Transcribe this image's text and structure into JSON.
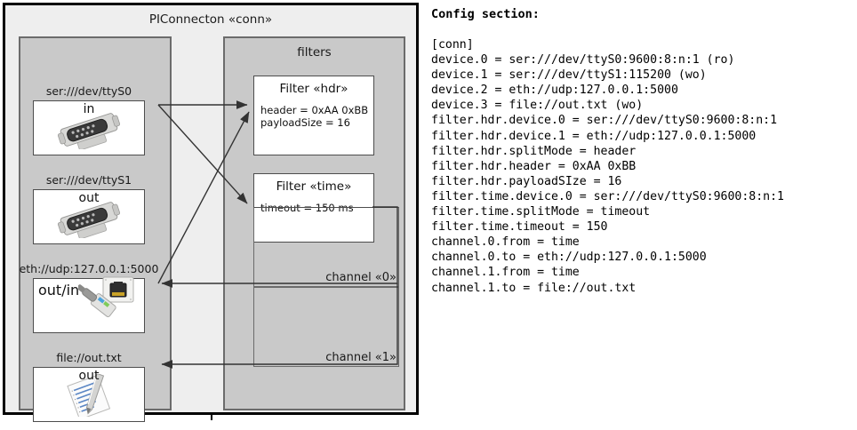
{
  "diagram": {
    "title": "PIConnecton «conn»",
    "devices_group": {
      "name": "devices-group",
      "items": [
        {
          "caption": "ser:///dev/ttyS0",
          "direction": "in",
          "icon": "serial-port-icon"
        },
        {
          "caption": "ser:///dev/ttyS1",
          "direction": "out",
          "icon": "serial-port-icon"
        },
        {
          "caption": "eth://udp:127.0.0.1:5000",
          "direction": "out/in",
          "icon": "ethernet-plug-icon"
        },
        {
          "caption": "file://out.txt",
          "direction": "out",
          "icon": "text-document-icon"
        }
      ]
    },
    "filters_group": {
      "label": "filters",
      "filters": [
        {
          "title": "Filter «hdr»",
          "props": [
            "header = 0xAA 0xBB",
            "payloadSize = 16"
          ]
        },
        {
          "title": "Filter «time»",
          "props": [
            "timeout = 150 ms"
          ]
        }
      ],
      "channels": [
        {
          "label": "channel «0»"
        },
        {
          "label": "channel «1»"
        }
      ]
    }
  },
  "config": {
    "heading": "Config section:",
    "lines": [
      "[conn]",
      "device.0 = ser:///dev/ttyS0:9600:8:n:1 (ro)",
      "device.1 = ser:///dev/ttyS1:115200 (wo)",
      "device.2 = eth://udp:127.0.0.1:5000",
      "device.3 = file://out.txt (wo)",
      "filter.hdr.device.0 = ser:///dev/ttyS0:9600:8:n:1",
      "filter.hdr.device.1 = eth://udp:127.0.0.1:5000",
      "filter.hdr.splitMode = header",
      "filter.hdr.header = 0xAA 0xBB",
      "filter.hdr.payloadSIze = 16",
      "filter.time.device.0 = ser:///dev/ttyS0:9600:8:n:1",
      "filter.time.splitMode = timeout",
      "filter.time.timeout = 150",
      "channel.0.from = time",
      "channel.0.to = eth://udp:127.0.0.1:5000",
      "channel.1.from = time",
      "channel.1.to = file://out.txt"
    ]
  },
  "colors": {
    "outer_border": "#000000",
    "outer_fill": "#eeeeee",
    "group_fill": "#c9c9c9",
    "group_border": "#6b6b6b",
    "box_fill": "#ffffff",
    "box_border": "#4d4d4d",
    "connector": "#333333"
  }
}
